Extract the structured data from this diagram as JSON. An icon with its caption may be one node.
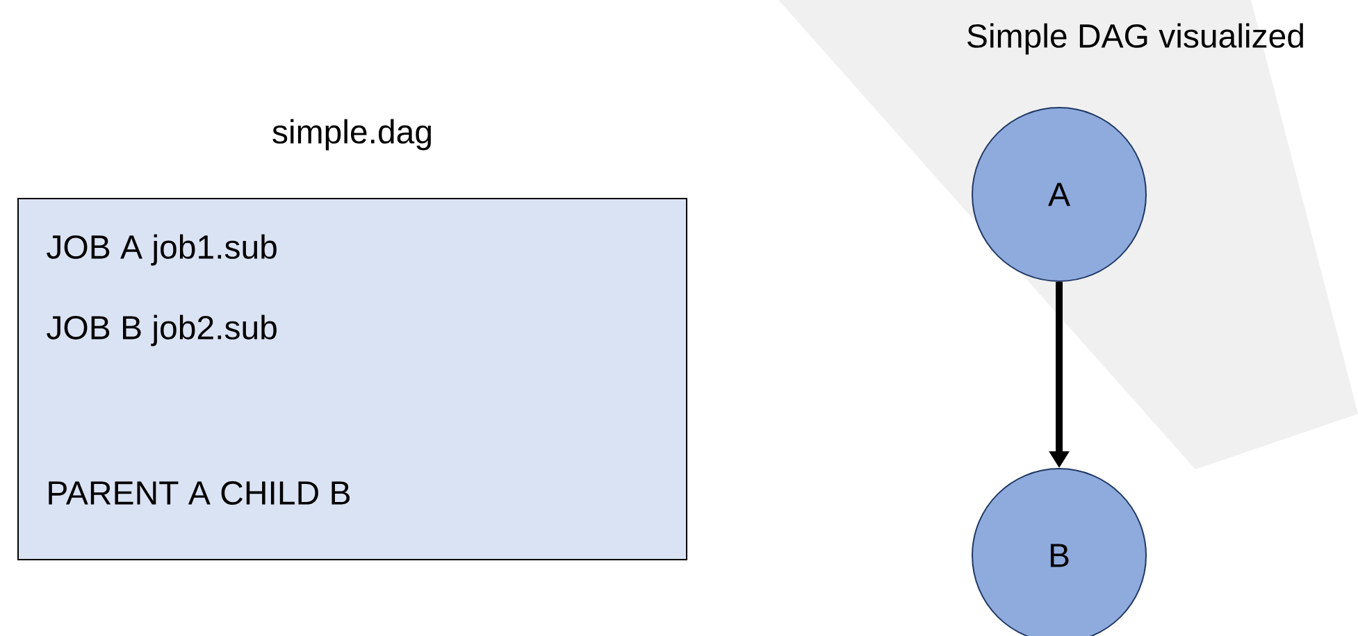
{
  "diagram": {
    "nodes": [
      {
        "text": [
          "simple.dag",
          "JOB A job1.sub",
          "JOB B job2.sub",
          "PARENT A CHILD B"
        ]
      },
      {
        "text": [
          "A"
        ]
      },
      {
        "text": [
          "B"
        ]
      }
    ],
    "edges": [
      {
        "from": 1,
        "to": 2,
        "arrow": "to"
      }
    ],
    "labels": [
      "Simple DAG visualized"
    ]
  }
}
